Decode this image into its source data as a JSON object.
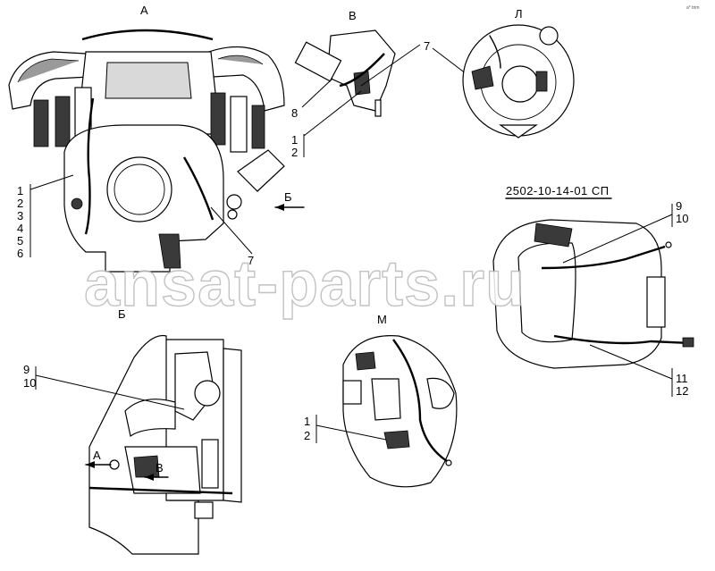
{
  "drawing": {
    "code": "2502-10-14-01 СП",
    "watermark": "ansat-parts.ru",
    "corner_note": "a* trim",
    "views": {
      "a_top": "А",
      "v_top": "В",
      "l_top": "Л",
      "b_label": "Б",
      "m_label": "М",
      "arrow_b": "Б",
      "arrow_a": "А",
      "arrow_v": "В"
    },
    "callouts": {
      "left_group": [
        "1",
        "2",
        "3",
        "4",
        "5",
        "6"
      ],
      "main_7": "7",
      "v_7": "7",
      "v_8": "8",
      "v_12": [
        "1",
        "2"
      ],
      "right_910": [
        "9",
        "10"
      ],
      "right_1112": [
        "11",
        "12"
      ],
      "b_910": [
        "9",
        "10"
      ],
      "m_12": [
        "1",
        "2"
      ]
    }
  }
}
